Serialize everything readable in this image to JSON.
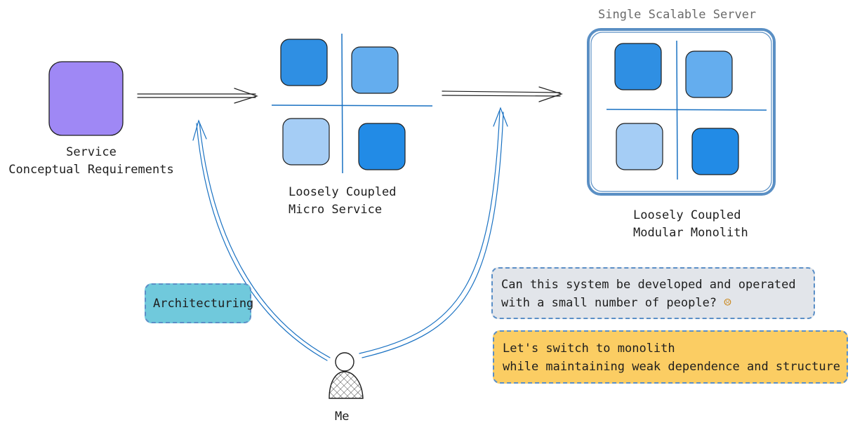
{
  "colors": {
    "purple": "#9f88f5",
    "blue_dark": "#228be6",
    "blue_mid": "#4dabf7",
    "blue_light": "#a5d0f7",
    "line": "#1971c2",
    "frame": "#5a8fc4",
    "tag_bg": "#70c9dc",
    "note_grey_bg": "#e2e5ea",
    "note_yellow_bg": "#fbcd63"
  },
  "service": {
    "line1": "Service",
    "line2": "Conceptual Requirements"
  },
  "micro": {
    "line1": "Loosely Coupled",
    "line2": "Micro Service"
  },
  "server_title": "Single Scalable Server",
  "monolith": {
    "line1": "Loosely Coupled",
    "line2": "Modular Monolith"
  },
  "tag_architecturing": "Architecturing",
  "note_question": {
    "line1": "Can this system be developed and operated",
    "line2": "with a small number of people?",
    "emoji": "☹"
  },
  "note_answer": {
    "line1": "Let's switch to monolith",
    "line2": "while maintaining weak dependence and structure"
  },
  "person_label": "Me"
}
